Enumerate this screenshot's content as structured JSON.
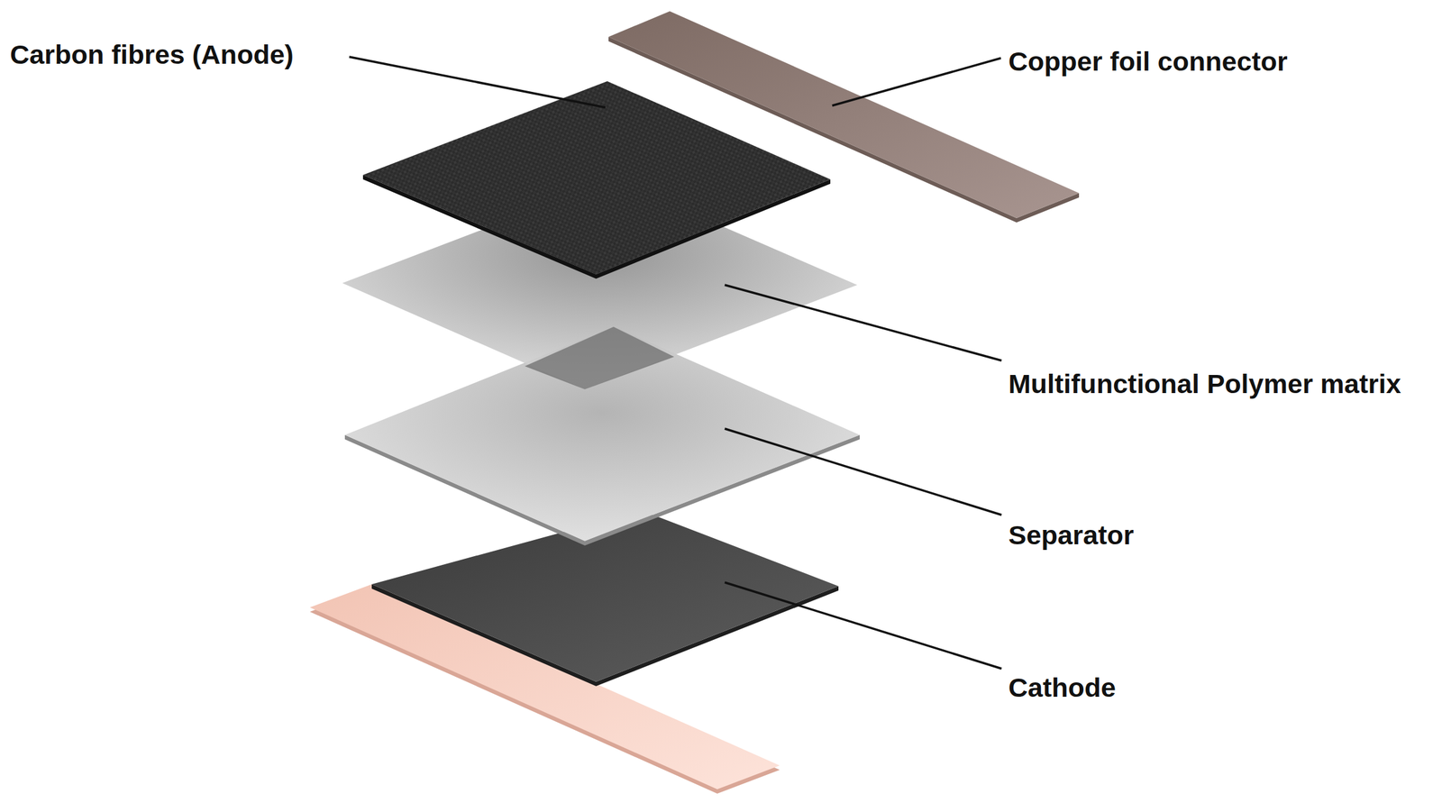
{
  "diagram": {
    "labels": [
      "Carbon fibres (Anode)",
      "Copper foil connector",
      "Multifunctional Polymer matrix",
      "Separator",
      "Cathode"
    ]
  }
}
